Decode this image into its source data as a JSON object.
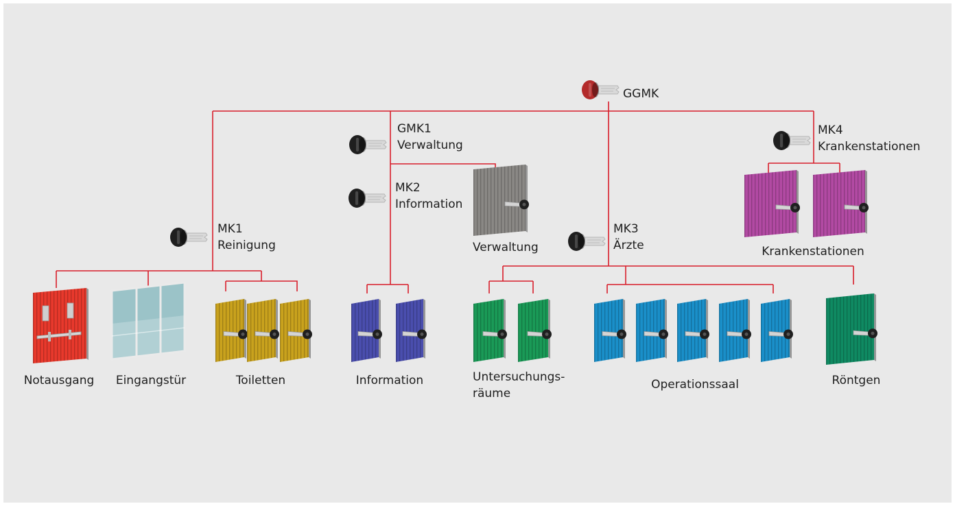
{
  "colors": {
    "background": "#e9e9e9",
    "line": "#d81e2a",
    "key_master": "#b32b2b",
    "key_black": "#1f1f1f",
    "notausgang": "#e8392c",
    "eingangstuer": "#9bc3c8",
    "toiletten": "#c9a21d",
    "information": "#4a4eae",
    "verwaltung": "#8a8885",
    "untersuchungsraeume": "#1a9a57",
    "operationssaal": "#1a8fc9",
    "roentgen": "#0f8a62",
    "krankenstationen": "#b24aa3"
  },
  "keys": {
    "ggmk": {
      "line1": "GGMK",
      "icon": "master-key-icon"
    },
    "gmk1": {
      "line1": "GMK1",
      "line2": "Verwaltung",
      "icon": "key-icon"
    },
    "mk1": {
      "line1": "MK1",
      "line2": "Reinigung",
      "icon": "key-icon"
    },
    "mk2": {
      "line1": "MK2",
      "line2": "Information",
      "icon": "key-icon"
    },
    "mk3": {
      "line1": "MK3",
      "line2": "Ärzte",
      "icon": "key-icon"
    },
    "mk4": {
      "line1": "MK4",
      "line2": "Krankenstationen",
      "icon": "key-icon"
    }
  },
  "doors": {
    "notausgang": "Notausgang",
    "eingangstuer": "Eingangstür",
    "toiletten": "Toiletten",
    "information": "Information",
    "verwaltung": "Verwaltung",
    "untersuchungsraeume": {
      "line1": "Untersuchungs-",
      "line2": "räume"
    },
    "operationssaal": "Operationssaal",
    "roentgen": "Röntgen",
    "krankenstationen": "Krankenstationen"
  }
}
